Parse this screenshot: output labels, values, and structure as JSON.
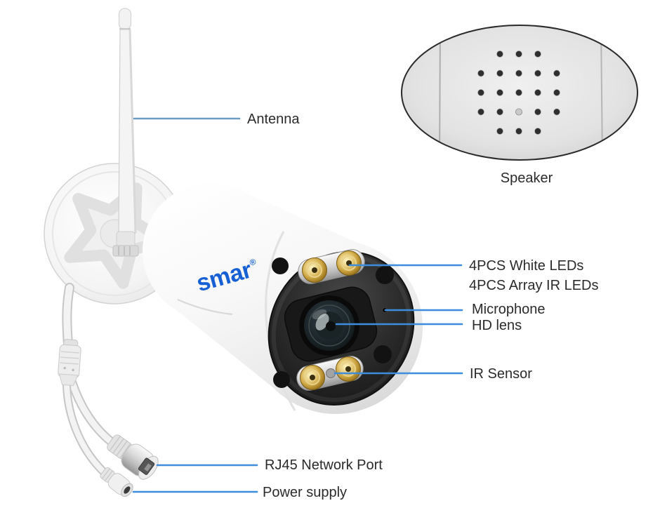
{
  "colors": {
    "background": "#ffffff",
    "callout_primary": "#3d8ddc",
    "callout_muted": "#6b9cc4",
    "label_text": "#2b2b2b",
    "logo_blue": "#1660d4"
  },
  "logo": {
    "text": "smar",
    "registered_mark": "®"
  },
  "callouts": {
    "antenna": "Antenna",
    "speaker": "Speaker",
    "white_leds": "4PCS White LEDs",
    "ir_leds": "4PCS Array IR LEDs",
    "microphone": "Microphone",
    "hd_lens": "HD lens",
    "ir_sensor": "IR Sensor",
    "rj45": "RJ45 Network Port",
    "power": "Power supply"
  },
  "speaker_inset": {
    "hole_rows": [
      3,
      5,
      5,
      5,
      3
    ]
  }
}
